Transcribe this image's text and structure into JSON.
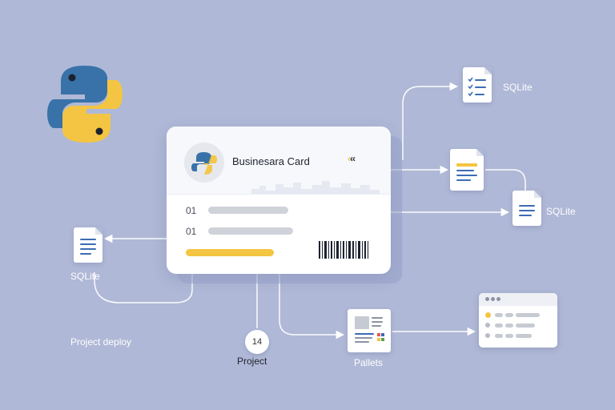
{
  "card": {
    "title": "Businesara Card",
    "chevrons": "‹‹‹",
    "rows": [
      {
        "number": "01"
      },
      {
        "number": "01"
      }
    ],
    "icons": [
      "python-logo-icon",
      "barcode-icon"
    ]
  },
  "nodes": {
    "sqlite_top_right": "SQLite",
    "sqlite_mid_right": "SQLite",
    "sqlite_left": "SQLite",
    "project_deploy": "Project deploy",
    "project": "Project",
    "project_badge": "14",
    "pallets": "Pallets"
  },
  "colors": {
    "background": "#afb8d6",
    "python_blue": "#3872a8",
    "python_yellow": "#f4c542",
    "connector": "#ffffff",
    "accent_yellow": "#f4c542"
  }
}
